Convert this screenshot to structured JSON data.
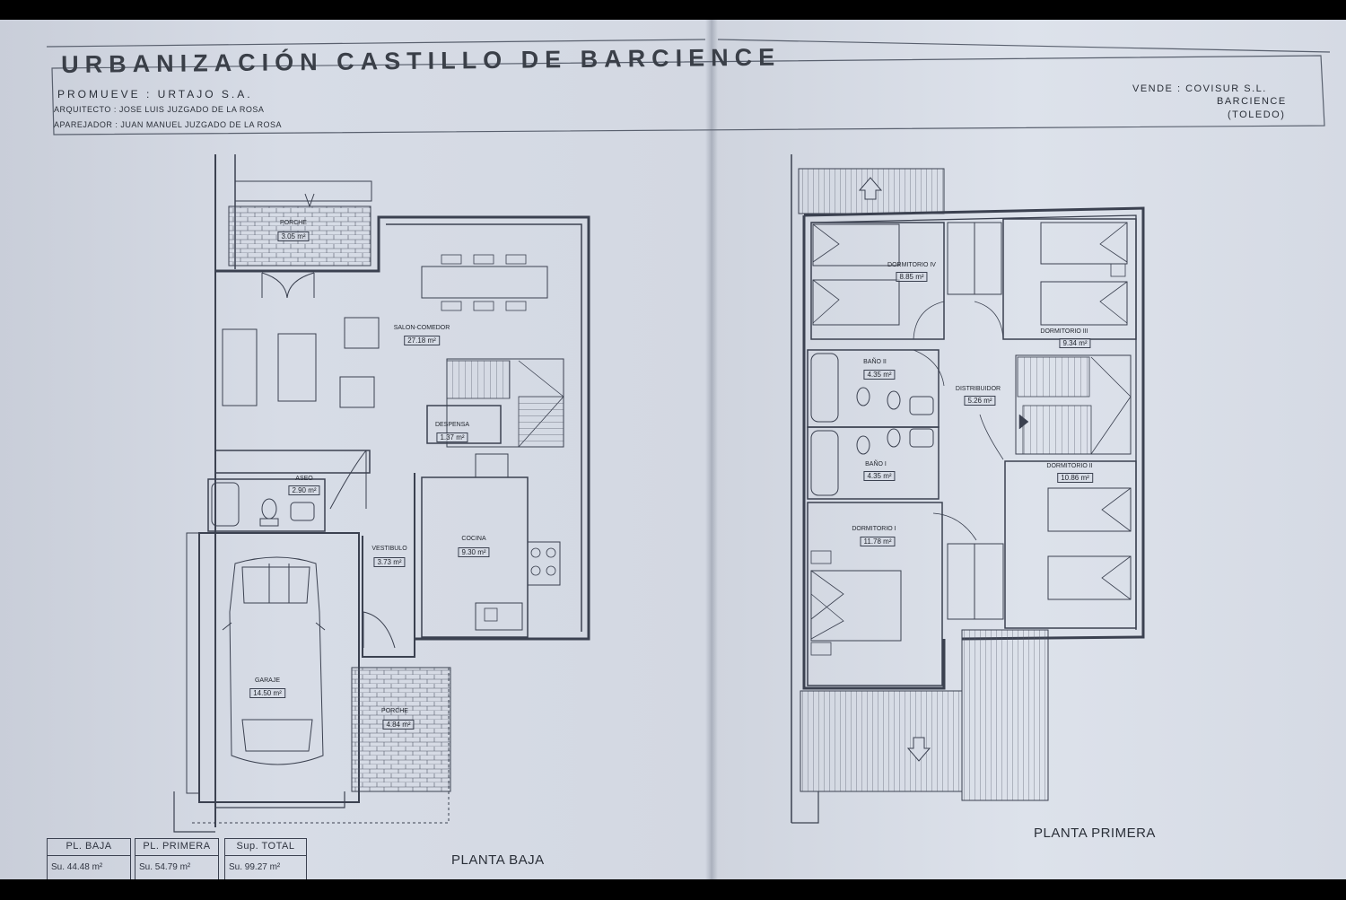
{
  "header": {
    "project_title": "URBANIZACIÓN CASTILLO DE BARCIENCE",
    "promoter": "PROMUEVE : URTAJO S.A.",
    "architect": "ARQUITECTO : JOSE LUIS JUZGADO DE LA ROSA",
    "surveyor": "APAREJADOR : JUAN MANUEL JUZGADO DE LA ROSA",
    "seller": "VENDE : COVISUR S.L.",
    "town": "BARCIENCE",
    "province": "(TOLEDO)"
  },
  "ground_floor": {
    "title": "PLANTA BAJA",
    "rooms": [
      {
        "name": "PORCHE",
        "area": "3.05 m²"
      },
      {
        "name": "SALON-COMEDOR",
        "area": "27.18 m²"
      },
      {
        "name": "DESPENSA",
        "area": "1.37 m²"
      },
      {
        "name": "ASEO",
        "area": "2.90 m²"
      },
      {
        "name": "VESTIBULO",
        "area": "3.73 m²"
      },
      {
        "name": "COCINA",
        "area": "9.30 m²"
      },
      {
        "name": "GARAJE",
        "area": "14.50 m²"
      },
      {
        "name": "PORCHE",
        "area": "4.84 m²"
      }
    ]
  },
  "first_floor": {
    "title": "PLANTA PRIMERA",
    "rooms": [
      {
        "name": "DORMITORIO IV",
        "area": "8.85 m²"
      },
      {
        "name": "DORMITORIO III",
        "area": "9.34 m²"
      },
      {
        "name": "BAÑO II",
        "area": "4.35 m²"
      },
      {
        "name": "DISTRIBUIDOR",
        "area": "5.26 m²"
      },
      {
        "name": "BAÑO I",
        "area": "4.35 m²"
      },
      {
        "name": "DORMITORIO II",
        "area": "10.86 m²"
      },
      {
        "name": "DORMITORIO I",
        "area": "11.78 m²"
      }
    ]
  },
  "summary_table": {
    "columns": [
      {
        "header": "PL. BAJA",
        "value": "Su. 44.48 m²"
      },
      {
        "header": "PL. PRIMERA",
        "value": "Su. 54.79 m²"
      },
      {
        "header": "Sup. TOTAL",
        "value": "Su. 99.27 m²"
      }
    ]
  },
  "colors": {
    "paper": "#d7dce6",
    "ink": "#2a2f38",
    "wall": "#3b4150"
  }
}
